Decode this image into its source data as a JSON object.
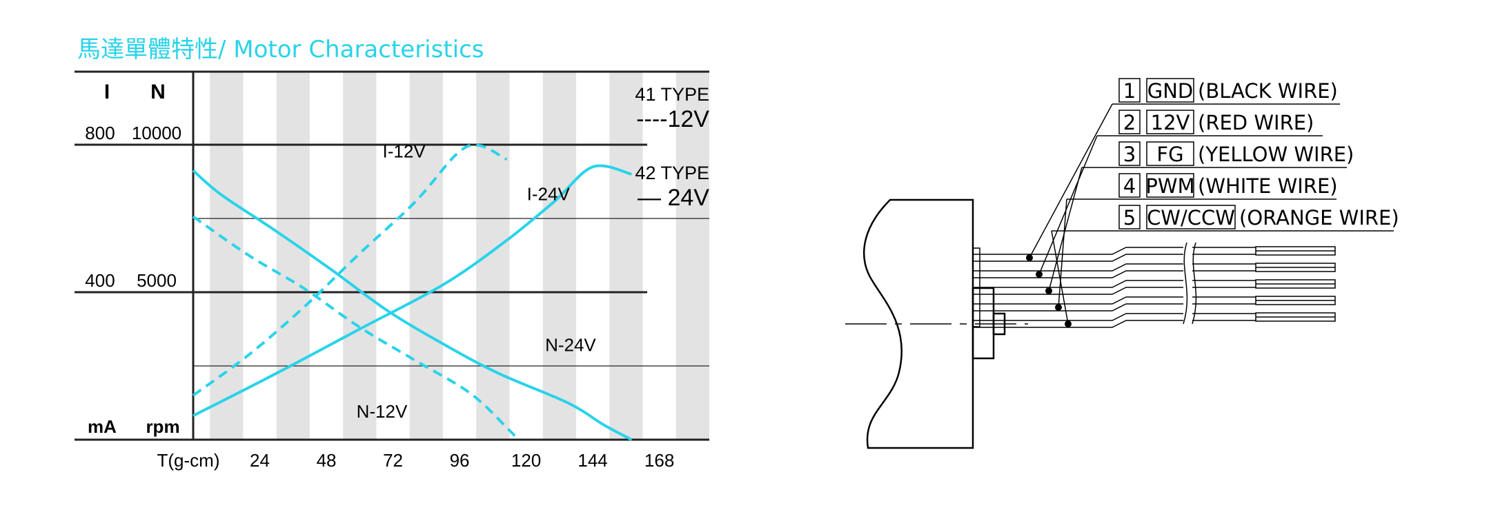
{
  "title": "馬達單體特性/ Motor Characteristics",
  "chart_data": {
    "type": "line",
    "left_axis": {
      "header_current": "I",
      "header_speed": "N",
      "ticks": [
        {
          "current": "800",
          "speed": "10000",
          "value_ma": 800
        },
        {
          "current": "400",
          "speed": "5000",
          "value_ma": 400
        }
      ],
      "unit_current": "mA",
      "unit_speed": "rpm"
    },
    "x_axis": {
      "label": "T(g-cm)",
      "ticks": [
        24,
        48,
        72,
        96,
        120,
        144,
        168
      ],
      "range": [
        0,
        186
      ]
    },
    "y_range_ma": [
      0,
      800
    ],
    "legend": [
      {
        "type_label": "41 TYPE",
        "voltage_label": "----12V",
        "style": "dashed"
      },
      {
        "type_label": "42 TYPE",
        "voltage_label": "— 24V",
        "style": "solid"
      }
    ],
    "series": [
      {
        "name": "I-12V",
        "style": "dashed",
        "label_at": [
          76,
          765
        ],
        "points": [
          [
            0,
            120
          ],
          [
            20,
            230
          ],
          [
            40,
            360
          ],
          [
            60,
            505
          ],
          [
            80,
            645
          ],
          [
            95,
            775
          ],
          [
            103,
            798
          ],
          [
            113,
            760
          ]
        ]
      },
      {
        "name": "N-12V",
        "style": "dashed",
        "label_at": [
          68,
          60
        ],
        "points": [
          [
            0,
            605
          ],
          [
            20,
            500
          ],
          [
            40,
            410
          ],
          [
            60,
            305
          ],
          [
            80,
            215
          ],
          [
            100,
            125
          ],
          [
            114,
            25
          ],
          [
            117,
            0
          ]
        ]
      },
      {
        "name": "I-24V",
        "style": "solid",
        "label_at": [
          128,
          650
        ],
        "points": [
          [
            0,
            65
          ],
          [
            30,
            180
          ],
          [
            60,
            300
          ],
          [
            90,
            420
          ],
          [
            112,
            535
          ],
          [
            130,
            645
          ],
          [
            144,
            740
          ],
          [
            158,
            720
          ]
        ]
      },
      {
        "name": "N-24V",
        "style": "solid",
        "label_at": [
          136,
          240
        ],
        "points": [
          [
            0,
            730
          ],
          [
            10,
            665
          ],
          [
            30,
            565
          ],
          [
            50,
            460
          ],
          [
            70,
            350
          ],
          [
            90,
            260
          ],
          [
            110,
            180
          ],
          [
            135,
            100
          ],
          [
            148,
            40
          ],
          [
            158,
            0
          ]
        ]
      }
    ],
    "colors": {
      "line": "#29d3ea",
      "band": "#e3e3e3",
      "axis": "#222222"
    }
  },
  "wiring": {
    "rows": [
      {
        "num": "1",
        "signal": "GND",
        "desc": "(BLACK  WIRE)"
      },
      {
        "num": "2",
        "signal": "12V",
        "desc": "(RED  WIRE)"
      },
      {
        "num": "3",
        "signal": "FG",
        "desc": "(YELLOW  WIRE)"
      },
      {
        "num": "4",
        "signal": "PWM",
        "desc": "(WHITE  WIRE)"
      },
      {
        "num": "5",
        "signal": "CW/CCW",
        "desc": "(ORANGE  WIRE)"
      }
    ]
  }
}
